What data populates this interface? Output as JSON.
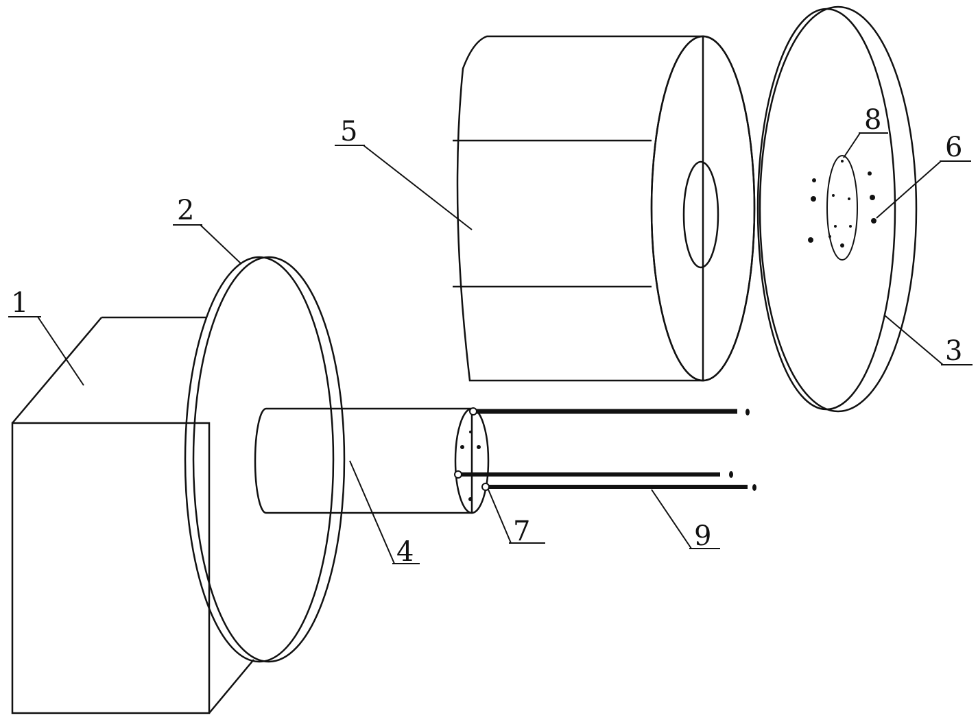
{
  "diagram": {
    "labels": {
      "l1": "1",
      "l2": "2",
      "l3": "3",
      "l4": "4",
      "l5": "5",
      "l6": "6",
      "l7": "7",
      "l8": "8",
      "l9": "9"
    },
    "colors": {
      "line": "#111111",
      "background": "#ffffff"
    }
  }
}
